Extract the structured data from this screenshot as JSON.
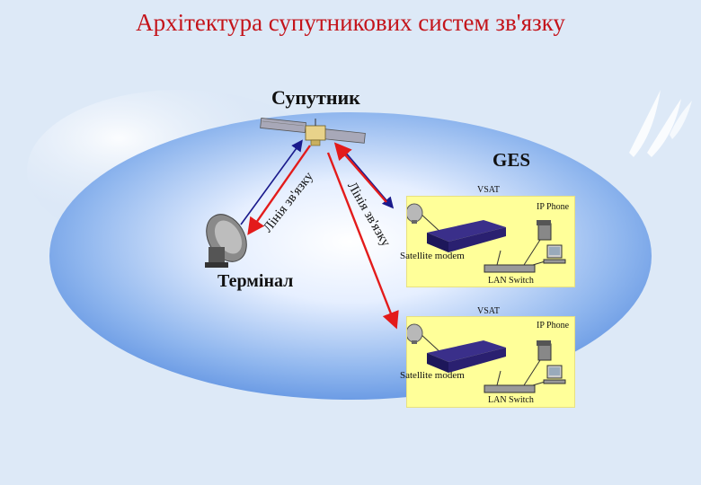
{
  "title": "Архітектура супутникових систем зв'язку",
  "labels": {
    "satellite": "Супутник",
    "ges": "GES",
    "terminal": "Термінал",
    "link_left": "Лінія зв'язку",
    "link_right": "Лінія зв'язку"
  },
  "vsat_top": {
    "vsat": "VSAT",
    "ip_phone": "IP Phone",
    "modem": "Satellite modem",
    "switch": "LAN Switch"
  },
  "vsat_bottom": {
    "vsat": "VSAT",
    "ip_phone": "IP Phone",
    "modem": "Satellite modem",
    "switch": "LAN Switch"
  },
  "colors": {
    "title": "#c4141b",
    "ellipse": "#6e9fe6",
    "panel": "#ffff99",
    "arrow_red": "#e31b1b",
    "arrow_navy": "#1a1a8c"
  }
}
